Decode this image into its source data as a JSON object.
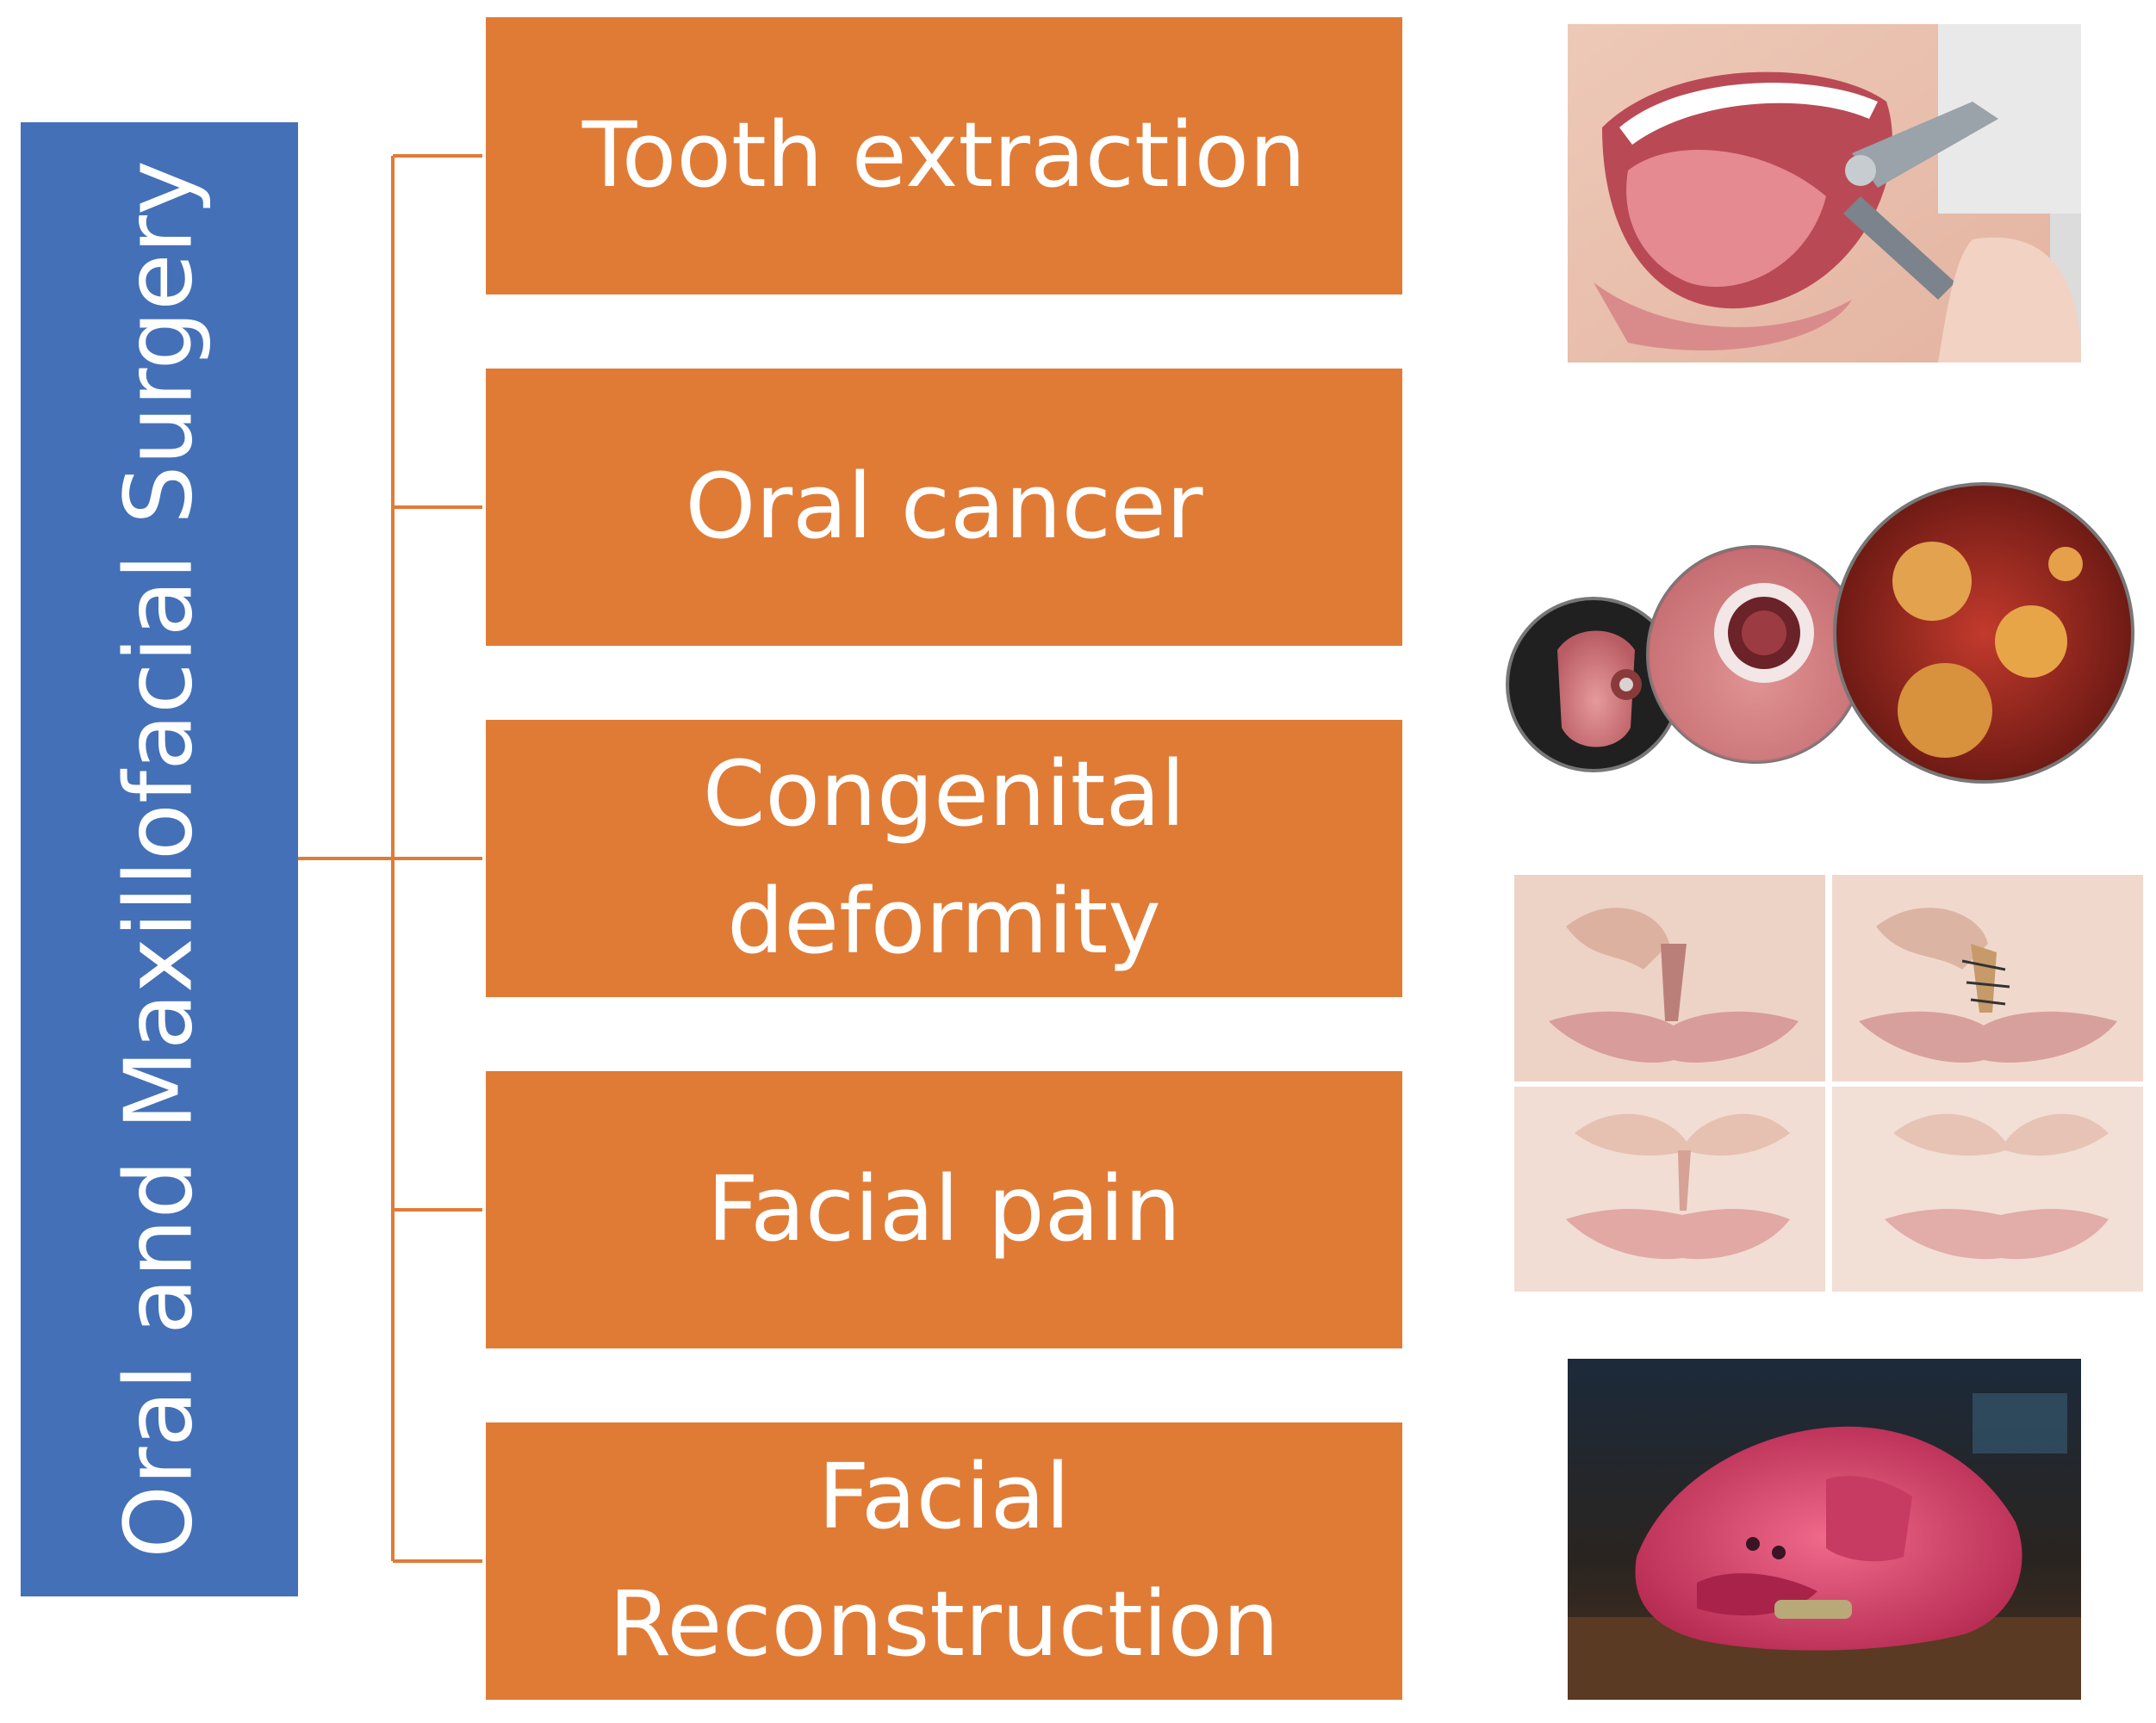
{
  "title": "Oral and Maxillofacial Surgery",
  "categories": [
    {
      "label": "Tooth extraction"
    },
    {
      "label": "Oral cancer"
    },
    {
      "label": "Congenital deformity"
    },
    {
      "label": "Facial pain"
    },
    {
      "label": "Facial Reconstruction"
    }
  ],
  "colors": {
    "root": "#4470b8",
    "category": "#e07b36",
    "connector": "#e07b36",
    "text": "#ffffff"
  }
}
